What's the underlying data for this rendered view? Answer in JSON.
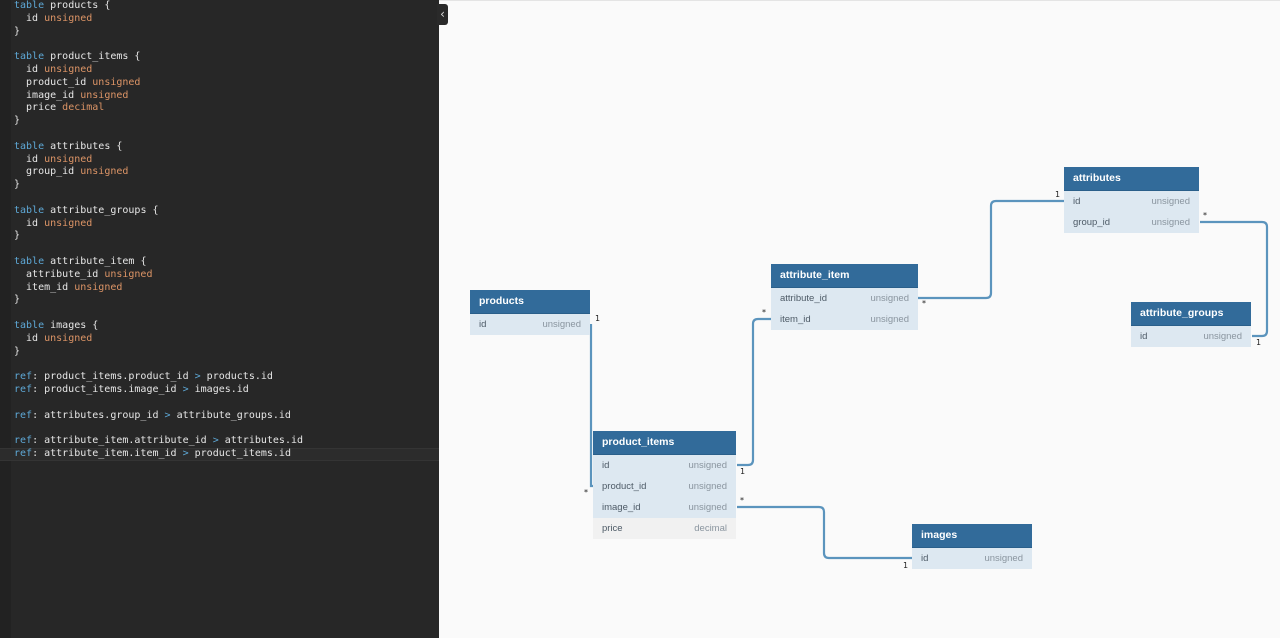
{
  "editor": {
    "lines": [
      [
        {
          "t": "table",
          "c": "kw"
        },
        {
          "t": " products {"
        }
      ],
      [
        {
          "t": "  id "
        },
        {
          "t": "unsigned",
          "c": "type"
        }
      ],
      [
        {
          "t": "}"
        }
      ],
      [],
      [
        {
          "t": "table",
          "c": "kw"
        },
        {
          "t": " product_items {"
        }
      ],
      [
        {
          "t": "  id "
        },
        {
          "t": "unsigned",
          "c": "type"
        }
      ],
      [
        {
          "t": "  product_id "
        },
        {
          "t": "unsigned",
          "c": "type"
        }
      ],
      [
        {
          "t": "  image_id "
        },
        {
          "t": "unsigned",
          "c": "type"
        }
      ],
      [
        {
          "t": "  price "
        },
        {
          "t": "decimal",
          "c": "type"
        }
      ],
      [
        {
          "t": "}"
        }
      ],
      [],
      [
        {
          "t": "table",
          "c": "kw"
        },
        {
          "t": " attributes {"
        }
      ],
      [
        {
          "t": "  id "
        },
        {
          "t": "unsigned",
          "c": "type"
        }
      ],
      [
        {
          "t": "  group_id "
        },
        {
          "t": "unsigned",
          "c": "type"
        }
      ],
      [
        {
          "t": "}"
        }
      ],
      [],
      [
        {
          "t": "table",
          "c": "kw"
        },
        {
          "t": " attribute_groups {"
        }
      ],
      [
        {
          "t": "  id "
        },
        {
          "t": "unsigned",
          "c": "type"
        }
      ],
      [
        {
          "t": "}"
        }
      ],
      [],
      [
        {
          "t": "table",
          "c": "kw"
        },
        {
          "t": " attribute_item {"
        }
      ],
      [
        {
          "t": "  attribute_id "
        },
        {
          "t": "unsigned",
          "c": "type"
        }
      ],
      [
        {
          "t": "  item_id "
        },
        {
          "t": "unsigned",
          "c": "type"
        }
      ],
      [
        {
          "t": "}"
        }
      ],
      [],
      [
        {
          "t": "table",
          "c": "kw"
        },
        {
          "t": " images {"
        }
      ],
      [
        {
          "t": "  id "
        },
        {
          "t": "unsigned",
          "c": "type"
        }
      ],
      [
        {
          "t": "}"
        }
      ],
      [],
      [
        {
          "t": "ref",
          "c": "kw"
        },
        {
          "t": ": product_items.product_id "
        },
        {
          "t": ">",
          "c": "op"
        },
        {
          "t": " products.id"
        }
      ],
      [
        {
          "t": "ref",
          "c": "kw"
        },
        {
          "t": ": product_items.image_id "
        },
        {
          "t": ">",
          "c": "op"
        },
        {
          "t": " images.id"
        }
      ],
      [],
      [
        {
          "t": "ref",
          "c": "kw"
        },
        {
          "t": ": attributes.group_id "
        },
        {
          "t": ">",
          "c": "op"
        },
        {
          "t": " attribute_groups.id"
        }
      ],
      [],
      [
        {
          "t": "ref",
          "c": "kw"
        },
        {
          "t": ": attribute_item.attribute_id "
        },
        {
          "t": ">",
          "c": "op"
        },
        {
          "t": " attributes.id"
        }
      ],
      [
        {
          "t": "ref",
          "c": "kw"
        },
        {
          "t": ": attribute_item.item_id "
        },
        {
          "t": ">",
          "c": "op"
        },
        {
          "t": " product_items.id"
        }
      ]
    ]
  },
  "collapse_icon": "chevron-left-icon",
  "colors": {
    "header": "#326b9a",
    "row": "#dde8f1",
    "row_plain": "#f1f1f1",
    "relation": "#5b94bd",
    "editor_bg": "#272727",
    "keyword": "#5ea8d6",
    "type": "#dc9466"
  },
  "tables": [
    {
      "id": "products",
      "name": "products",
      "fields": [
        {
          "name": "id",
          "type": "unsigned"
        }
      ]
    },
    {
      "id": "product_items",
      "name": "product_items",
      "fields": [
        {
          "name": "id",
          "type": "unsigned"
        },
        {
          "name": "product_id",
          "type": "unsigned"
        },
        {
          "name": "image_id",
          "type": "unsigned"
        },
        {
          "name": "price",
          "type": "decimal",
          "plain": true
        }
      ]
    },
    {
      "id": "attribute_item",
      "name": "attribute_item",
      "fields": [
        {
          "name": "attribute_id",
          "type": "unsigned"
        },
        {
          "name": "item_id",
          "type": "unsigned"
        }
      ]
    },
    {
      "id": "attributes",
      "name": "attributes",
      "fields": [
        {
          "name": "id",
          "type": "unsigned"
        },
        {
          "name": "group_id",
          "type": "unsigned"
        }
      ]
    },
    {
      "id": "attribute_groups",
      "name": "attribute_groups",
      "fields": [
        {
          "name": "id",
          "type": "unsigned"
        }
      ]
    },
    {
      "id": "images",
      "name": "images",
      "fields": [
        {
          "name": "id",
          "type": "unsigned"
        }
      ]
    }
  ],
  "relations": [
    {
      "from": "product_items.product_id",
      "to": "products.id",
      "from_card": "*",
      "to_card": "1"
    },
    {
      "from": "product_items.image_id",
      "to": "images.id",
      "from_card": "*",
      "to_card": "1"
    },
    {
      "from": "attributes.group_id",
      "to": "attribute_groups.id",
      "from_card": "*",
      "to_card": "1"
    },
    {
      "from": "attribute_item.attribute_id",
      "to": "attributes.id",
      "from_card": "*",
      "to_card": "1"
    },
    {
      "from": "attribute_item.item_id",
      "to": "product_items.id",
      "from_card": "*",
      "to_card": "1"
    }
  ]
}
